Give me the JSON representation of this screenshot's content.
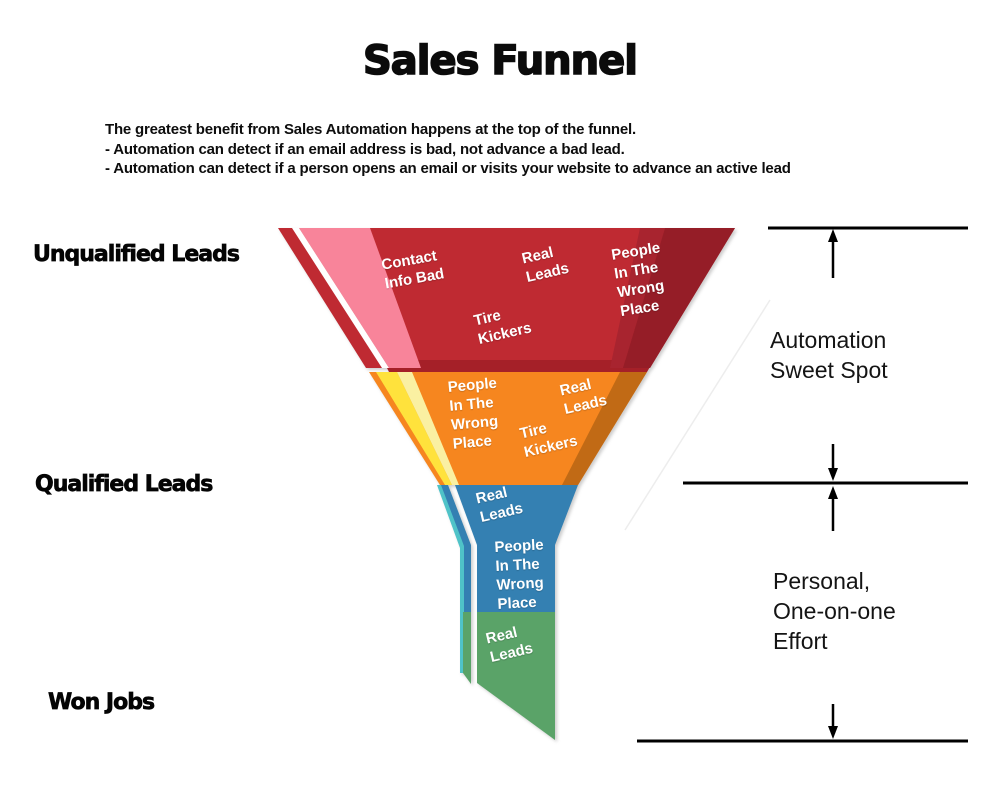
{
  "title": "Sales Funnel",
  "description": {
    "line1": "The greatest benefit from Sales Automation happens at the top of the funnel.",
    "line2": "- Automation can detect if an email address is bad, not advance a bad lead.",
    "line3": "- Automation can detect if a person opens an email or visits your website to advance an active lead"
  },
  "stage_labels": {
    "unqualified": "Unqualified Leads",
    "qualified": "Qualified Leads",
    "won": "Won Jobs"
  },
  "funnel": {
    "red": {
      "contact_info_bad": "Contact\nInfo Bad",
      "real_leads": "Real\nLeads",
      "people_wrong_place": "People\nIn The\nWrong\nPlace",
      "tire_kickers": "Tire\nKickers"
    },
    "orange": {
      "people_wrong_place": "People\nIn The\nWrong\nPlace",
      "tire_kickers": "Tire\nKickers",
      "real_leads": "Real\nLeads"
    },
    "blue": {
      "real_leads": "Real\nLeads",
      "people_wrong_place": "People\nIn The\nWrong\nPlace"
    },
    "green": {
      "real_leads": "Real\nLeads"
    }
  },
  "annotations": {
    "automation_sweet_spot": "Automation\nSweet Spot",
    "personal_effort": "Personal,\nOne-on-one\nEffort"
  },
  "colors": {
    "red": "#BF2A32",
    "red_band": "#A52028",
    "red_mid": "#A8242F",
    "red_dark": "#951D27",
    "pink": "#F8849A",
    "white_gap": "#FFFFFF",
    "orange": "#F6861F",
    "orange_dark": "#C16A15",
    "yellow": "#FFE23C",
    "pale_yellow": "#FAF0A2",
    "blue": "#3480B2",
    "teal": "#4FC3C8",
    "green": "#5AA368",
    "line": "#000000",
    "faint": "#EDEDED"
  }
}
